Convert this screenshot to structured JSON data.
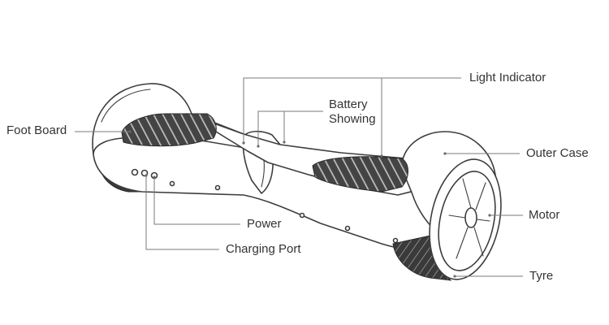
{
  "labels": {
    "light_indicator": "Light Indicator",
    "battery_showing_line1": "Battery",
    "battery_showing_line2": "Showing",
    "foot_board": "Foot Board",
    "outer_case": "Outer Case",
    "motor": "Motor",
    "power": "Power",
    "charging_port": "Charging Port",
    "tyre": "Tyre"
  },
  "colors": {
    "line": "#3d3d3d",
    "leader": "#7a7a7a",
    "text": "#333333",
    "background": "#ffffff"
  }
}
